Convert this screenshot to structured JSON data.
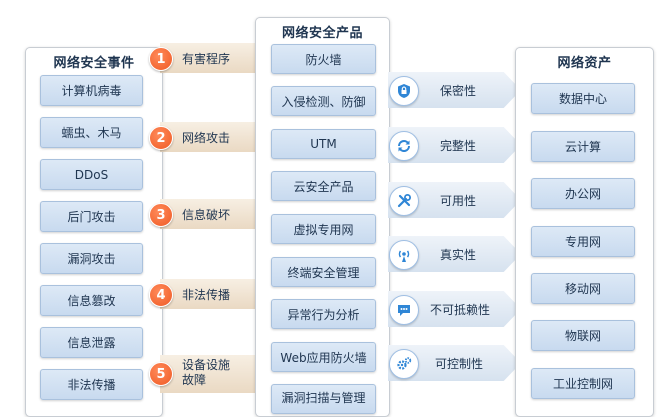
{
  "events": {
    "title": "网络安全事件",
    "items": [
      "计算机病毒",
      "蠕虫、木马",
      "DDoS",
      "后门攻击",
      "漏洞攻击",
      "信息篡改",
      "信息泄露",
      "非法传播"
    ]
  },
  "steps": [
    {
      "num": "1",
      "label": "有害程序"
    },
    {
      "num": "2",
      "label": "网络攻击"
    },
    {
      "num": "3",
      "label": "信息破坏"
    },
    {
      "num": "4",
      "label": "非法传播"
    },
    {
      "num": "5",
      "label": "设备设施\n故障"
    }
  ],
  "products": {
    "title": "网络安全产品",
    "items": [
      "防火墙",
      "入侵检测、防御",
      "UTM",
      "云安全产品",
      "虚拟专用网",
      "终端安全管理",
      "异常行为分析",
      "Web应用防火墙",
      "漏洞扫描与管理"
    ]
  },
  "properties": [
    {
      "label": "保密性",
      "icon": "shield-icon"
    },
    {
      "label": "完整性",
      "icon": "refresh-icon"
    },
    {
      "label": "可用性",
      "icon": "tools-icon"
    },
    {
      "label": "真实性",
      "icon": "broadcast-icon"
    },
    {
      "label": "不可抵赖性",
      "icon": "chat-icon"
    },
    {
      "label": "可控制性",
      "icon": "gears-icon"
    }
  ],
  "assets": {
    "title": "网络资产",
    "items": [
      "数据中心",
      "云计算",
      "办公网",
      "专用网",
      "移动网",
      "物联网",
      "工业控制网"
    ]
  },
  "colors": {
    "accent": "#ef5a24",
    "box": "#d2e2f3",
    "text": "#1f3550"
  }
}
